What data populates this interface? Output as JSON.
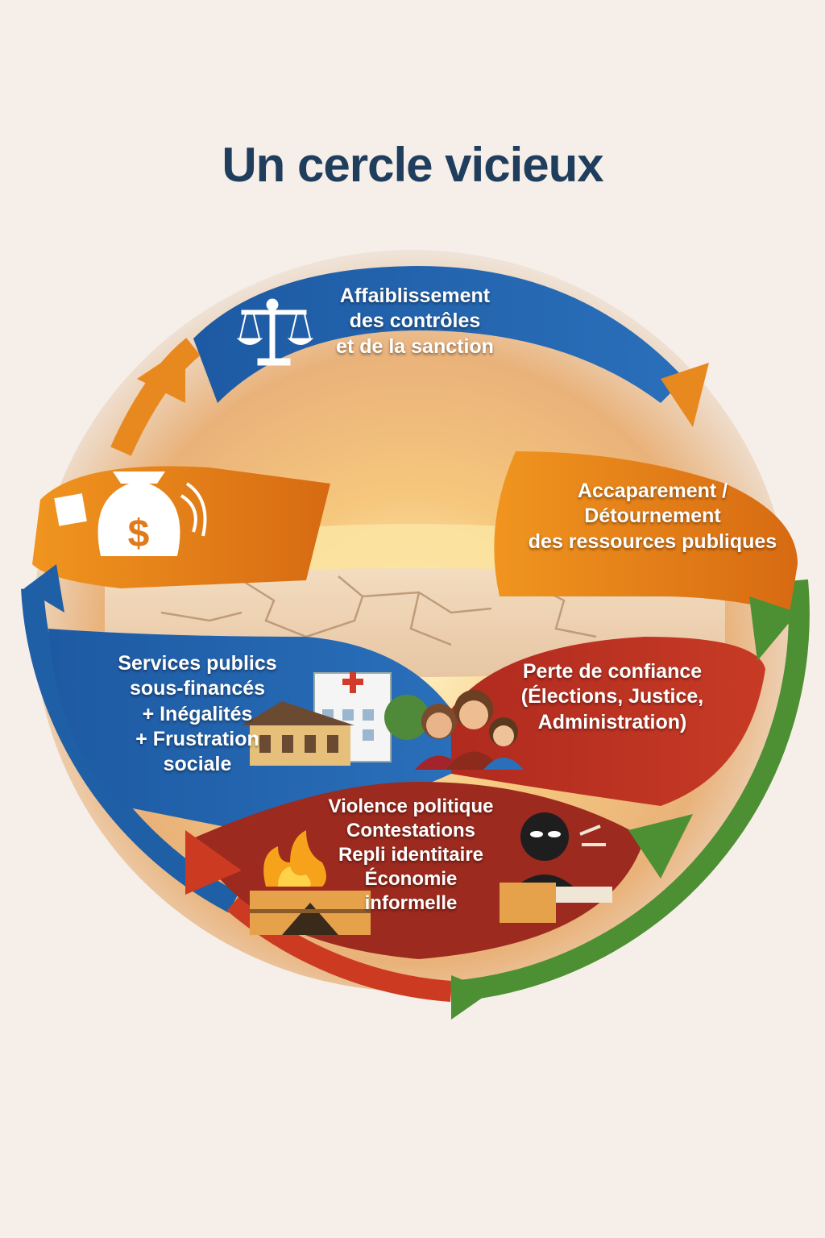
{
  "title": "Un cercle vicieux",
  "stages": {
    "top": {
      "lines": [
        "Affaiblissement",
        "des contrôles",
        "et de la sanction"
      ],
      "icon": "scales-of-justice-icon",
      "color": "#1f5fa6"
    },
    "right": {
      "lines": [
        "Accaparement /",
        "Détournement",
        "des ressources publiques"
      ],
      "icon": "none",
      "color": "#e8891f"
    },
    "midright": {
      "lines": [
        "Perte de confiance",
        "(Élections, Justice,",
        "Administration)"
      ],
      "icon": "family-icon",
      "color": "#b32a22"
    },
    "bottom": {
      "lines": [
        "Violence politique",
        "Contestations",
        "Repli identitaire",
        "Économie",
        "informelle"
      ],
      "icon": "fire-barricade-icon",
      "color": "#9c2a1e"
    },
    "left": {
      "lines": [
        "Services publics",
        "sous-financés",
        "+ Inégalités",
        "+ Frustration",
        "sociale"
      ],
      "icon": "hospital-school-icon",
      "color": "#1f5fa6"
    },
    "upperleft": {
      "icon": "money-bag-icon",
      "color": "#e07a1a"
    }
  }
}
